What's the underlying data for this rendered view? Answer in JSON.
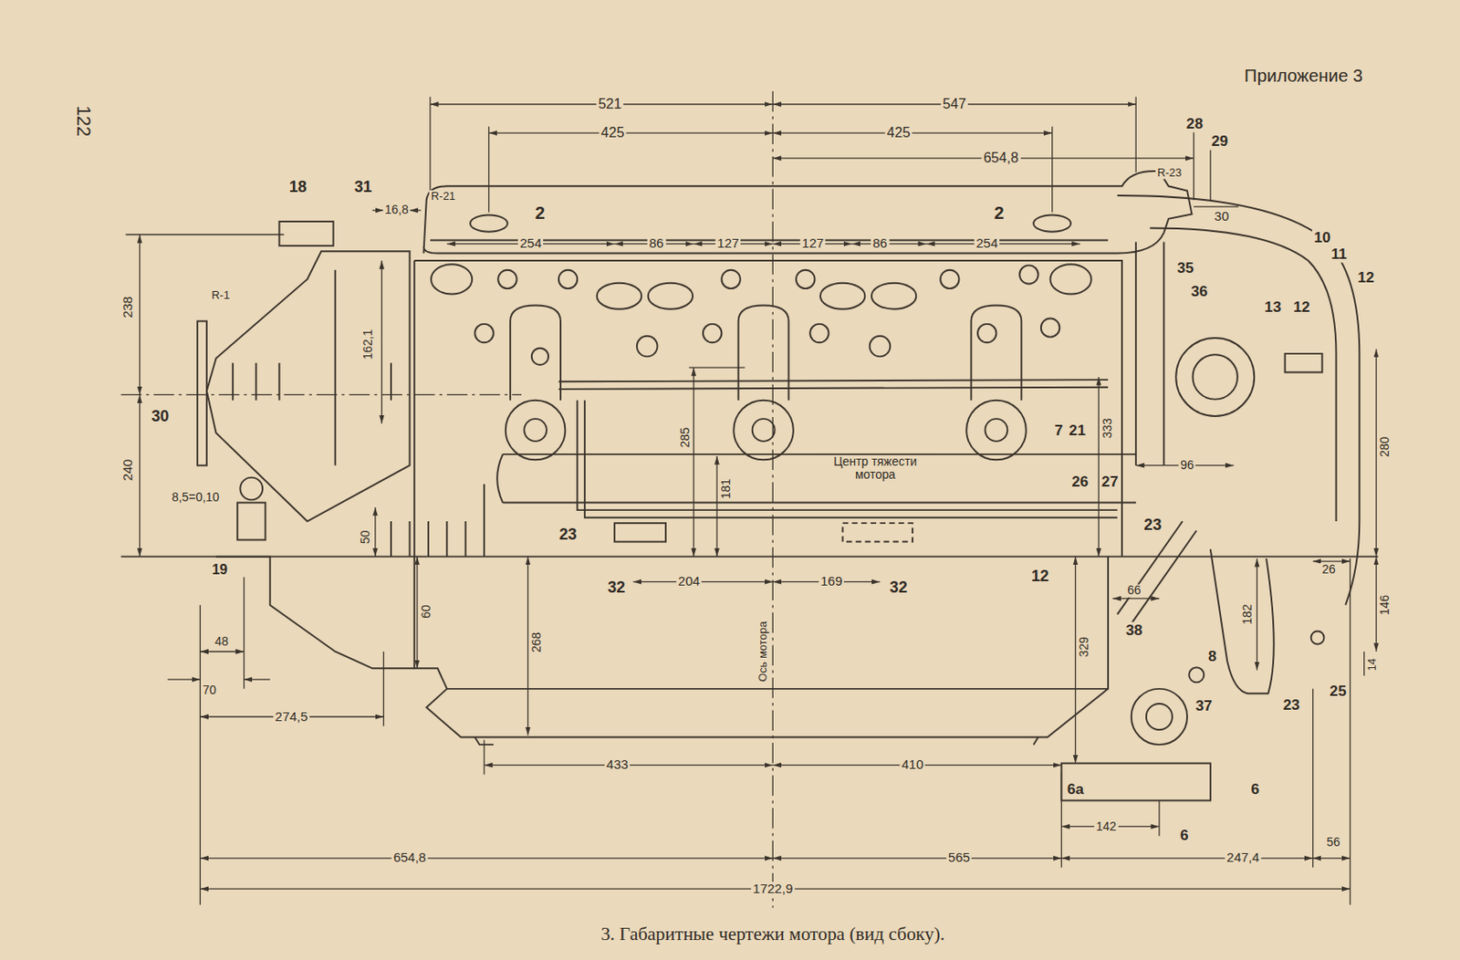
{
  "diagram": {
    "caption": "3. Габаритные чертежи мотора (вид сбоку).",
    "labels": [
      "Приложение 3",
      "122",
      "521",
      "547",
      "425",
      "425",
      "654,8",
      "28",
      "29",
      "R-23",
      "R-21",
      "18",
      "31",
      "16,8",
      "2",
      "2",
      "30",
      "10",
      "11",
      "12",
      "254",
      "86",
      "127",
      "127",
      "86",
      "254",
      "35",
      "36",
      "13",
      "12",
      "R-1",
      "238",
      "162,1",
      "30",
      "240",
      "285",
      "7",
      "21",
      "333",
      "Центр тяжести мотора",
      "181",
      "96",
      "280",
      "26",
      "27",
      "8,5=0,10",
      "50",
      "23",
      "23",
      "32",
      "204",
      "169",
      "32",
      "12",
      "19",
      "66",
      "26",
      "60",
      "268",
      "Ось мотора",
      "329",
      "182",
      "146",
      "38",
      "8",
      "48",
      "70",
      "37",
      "23",
      "25",
      "14",
      "274,5",
      "433",
      "410",
      "6а",
      "6",
      "142",
      "6",
      "654,8",
      "565",
      "247,4",
      "56",
      "1722,9"
    ]
  }
}
